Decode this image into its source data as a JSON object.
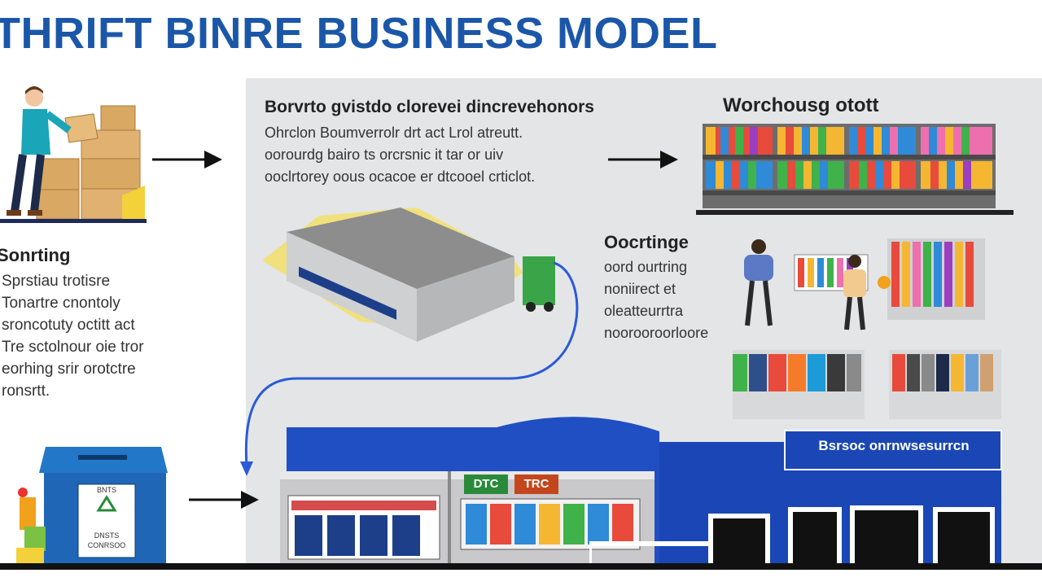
{
  "title": "THRIFT BINRE BUSINESS MODEL",
  "sourcing": {
    "heading": "Sonrting",
    "lines": [
      "Sprstiau trotisre",
      "Tonartre cnontoly",
      "sroncotuty octitt act",
      "Tre sctolnour oie tror",
      "eorhing srir orotctre",
      "ronsrtt."
    ]
  },
  "donation": {
    "bin_label_1": "BNTS",
    "bin_label_2": "DNSTS",
    "bin_label_3": "CONRSOO"
  },
  "delivery": {
    "heading": "Borvrto gvistdo clorevei dincrevehonors",
    "lines": [
      "Ohrclon Boumverrolr drt act Lrol atreutt.",
      "oorourdg bairo ts orcrsnic it tar or uiv",
      "ooclrtorey oous ocacoe er dtcooel crticlot."
    ]
  },
  "warehouse": {
    "heading": "Worchousg  otott"
  },
  "sorting": {
    "heading": "Oocrtinge",
    "lines": [
      "oord ourtring",
      "noniirect et",
      "oleatteurrtra",
      "noorooroorloore"
    ]
  },
  "store": {
    "sign": "Bsrsoc onrnwsesurrcn",
    "window_sign_1": "DTC",
    "window_sign_2": "TRC"
  },
  "colors": {
    "title_blue": "#1b57a8",
    "store_blue": "#1f4fc2",
    "panel_gray": "#e4e5e7",
    "arrow_black": "#111111",
    "curve_blue": "#2a5bd6"
  }
}
